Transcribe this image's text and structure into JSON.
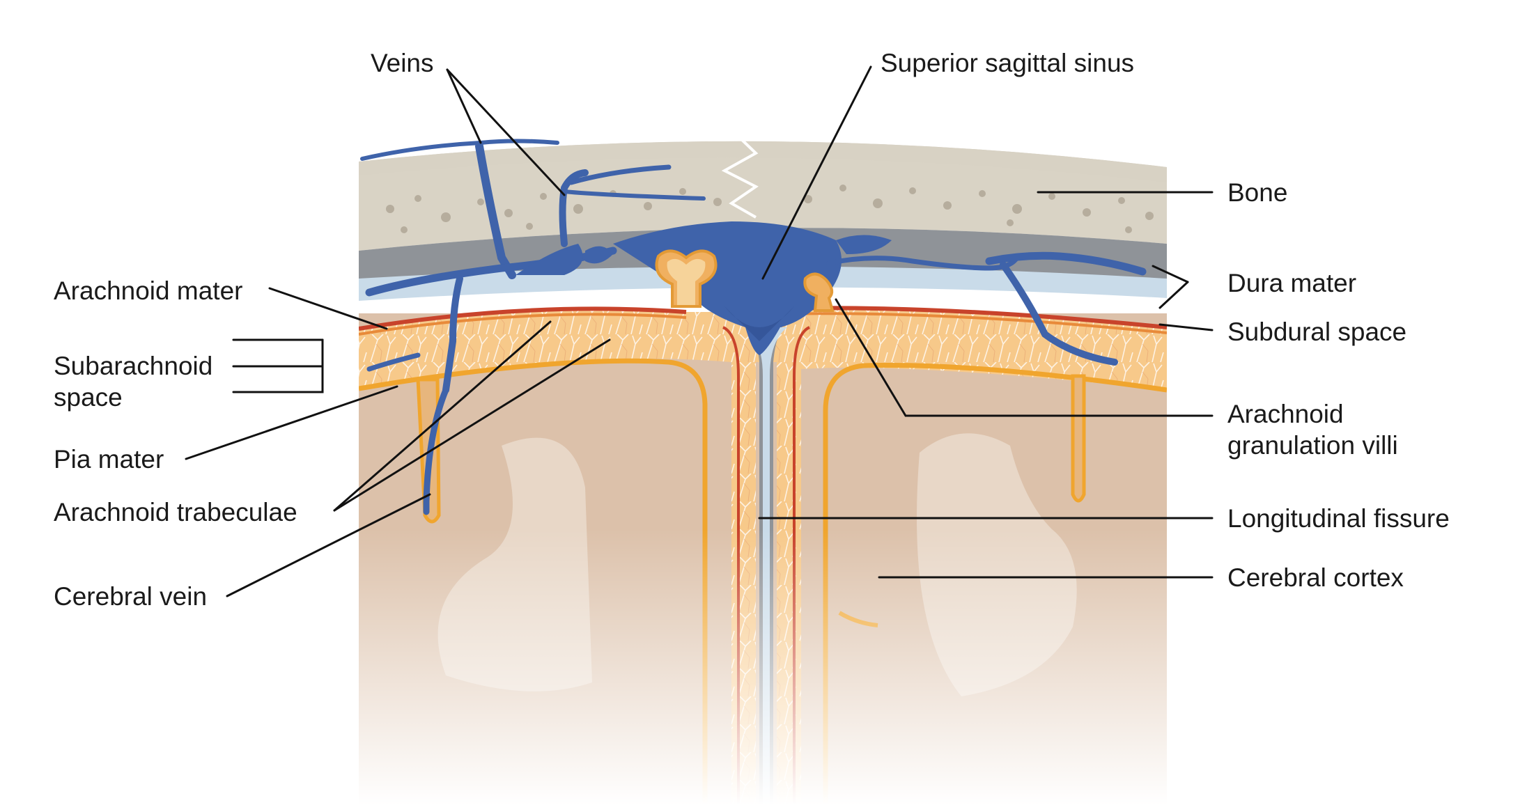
{
  "labels": {
    "veins": "Veins",
    "superior_sagittal_sinus": "Superior sagittal sinus",
    "bone": "Bone",
    "dura_mater": "Dura mater",
    "subdural_space": "Subdural space",
    "arachnoid_mater": "Arachnoid mater",
    "subarachnoid_line1": "Subarachnoid",
    "subarachnoid_line2": "space",
    "pia_mater": "Pia mater",
    "arachnoid_trabeculae": "Arachnoid trabeculae",
    "cerebral_vein": "Cerebral vein",
    "arachnoid_granulation_line1": "Arachnoid",
    "arachnoid_granulation_line2": "granulation villi",
    "longitudinal_fissure": "Longitudinal fissure",
    "cerebral_cortex": "Cerebral cortex"
  },
  "colors": {
    "bone": "#d9d3c5",
    "bone_pores": "#b0a797",
    "dura": "#8f9398",
    "subdural": "#c9dbe9",
    "arachnoid_red": "#c8432b",
    "subarachnoid": "#f6c887",
    "pia_orange": "#f0a030",
    "cortex": "#d9bda6",
    "veins": "#3f63aa",
    "veins_dark": "#2b4a8a"
  }
}
